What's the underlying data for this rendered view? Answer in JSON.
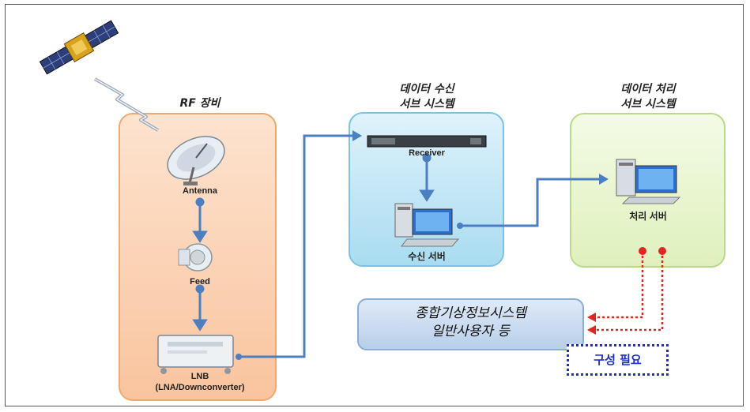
{
  "groups": {
    "rf": {
      "title": "RF 장비"
    },
    "receive": {
      "title_line1": "데이터 수신",
      "title_line2": "서브 시스템"
    },
    "process": {
      "title_line1": "데이터 처리",
      "title_line2": "서브 시스템"
    }
  },
  "components": {
    "antenna": "Antenna",
    "feed": "Feed",
    "lnb_line1": "LNB",
    "lnb_line2": "(LNA/Downconverter)",
    "receiver": "Receiver",
    "receive_server": "수신 서버",
    "process_server": "처리 서버"
  },
  "users": {
    "line1": "종합기상정보시스템",
    "line2": "일반사용자 등"
  },
  "note": "구성 필요",
  "colors": {
    "link": "#4a7fc1",
    "dotted_link": "#e0261e",
    "note": "#1a2fd0"
  }
}
